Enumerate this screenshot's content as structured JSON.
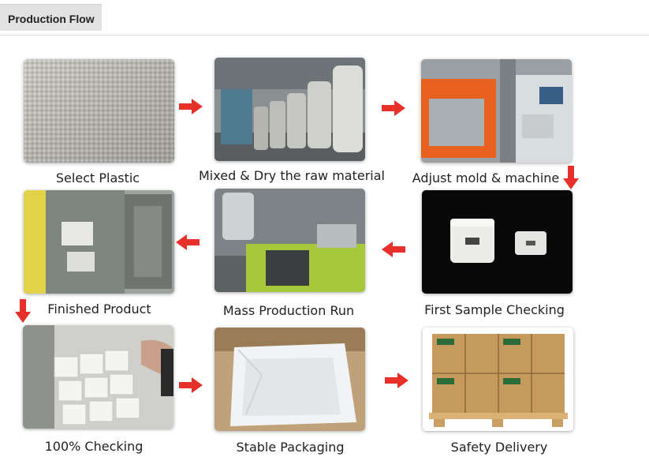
{
  "header": {
    "title": "Production Flow"
  },
  "steps": [
    {
      "label": "Select Plastic",
      "image": "plastic-pellets"
    },
    {
      "label": "Mixed & Dry the raw material",
      "image": "dryer-silos"
    },
    {
      "label": "Adjust mold & machine",
      "image": "injection-machine-panel"
    },
    {
      "label": "First Sample Checking",
      "image": "white-sample-parts"
    },
    {
      "label": "Mass Production Run",
      "image": "production-machine"
    },
    {
      "label": "Finished Product",
      "image": "mold-with-parts"
    },
    {
      "label": "100% Checking",
      "image": "hands-checking-parts"
    },
    {
      "label": "Stable Packaging",
      "image": "carton-with-bag"
    },
    {
      "label": "Safety Delivery",
      "image": "palletized-cartons"
    }
  ],
  "colors": {
    "arrow": "#e8302a",
    "tab_bg": "#e2e2e2"
  }
}
